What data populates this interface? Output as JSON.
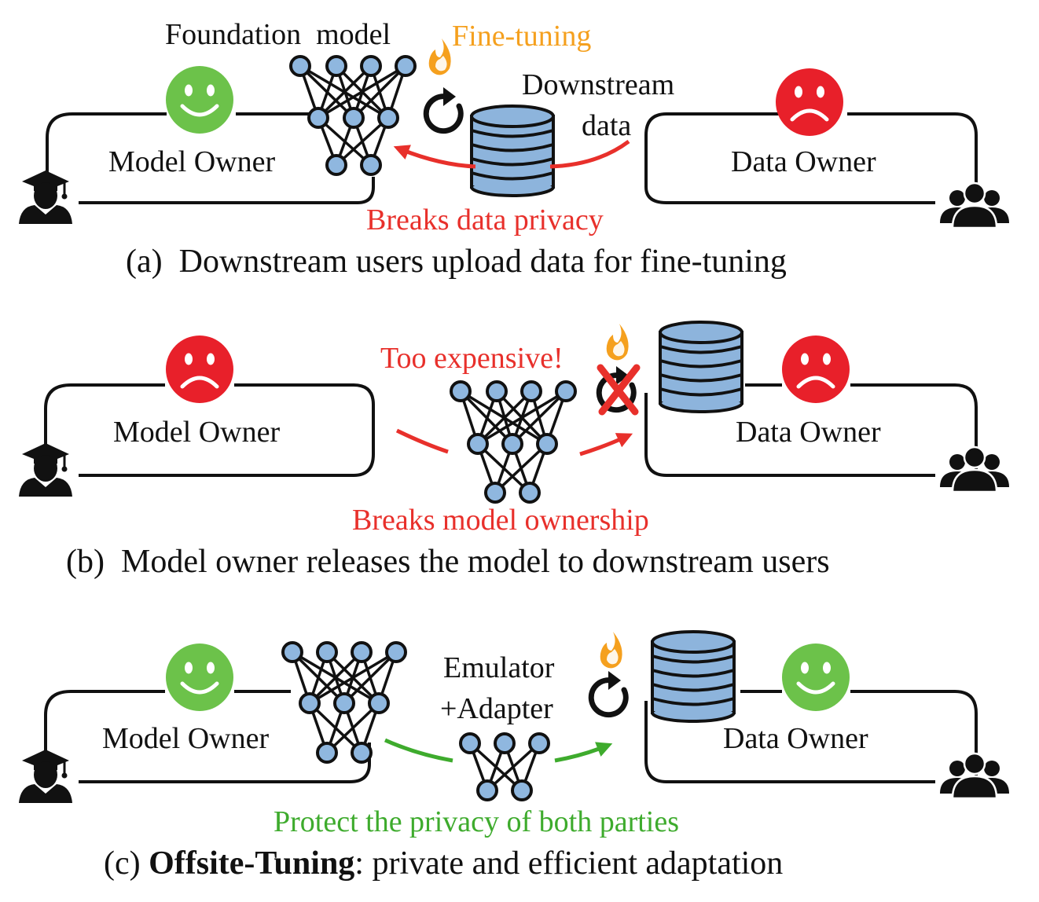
{
  "colors": {
    "red": "#e8302b",
    "green": "#3eab2d",
    "orange": "#f5a01e",
    "smile_green": "#6cc24a",
    "frown_red": "#e8202a",
    "node_blue": "#8fb7df",
    "db_blue": "#8db4dc"
  },
  "panel_a": {
    "foundation_model_label": "Foundation  model",
    "fine_tuning_label": "Fine-tuning",
    "downstream_label": "Downstream",
    "data_label": "data",
    "model_owner_label": "Model Owner",
    "data_owner_label": "Data Owner",
    "warning": "Breaks data privacy",
    "caption": "(a)  Downstream users upload data for fine-tuning"
  },
  "panel_b": {
    "too_expensive": "Too expensive!",
    "model_owner_label": "Model Owner",
    "data_owner_label": "Data Owner",
    "warning": "Breaks model ownership",
    "caption": "(b)  Model owner releases the model to downstream users"
  },
  "panel_c": {
    "emulator_label": "Emulator",
    "adapter_label": "+Adapter",
    "model_owner_label": "Model Owner",
    "data_owner_label": "Data Owner",
    "benefit": "Protect the privacy of both parties",
    "caption_prefix": "(c) ",
    "caption_bold": "Offsite-Tuning",
    "caption_rest": ": private and efficient adaptation"
  }
}
